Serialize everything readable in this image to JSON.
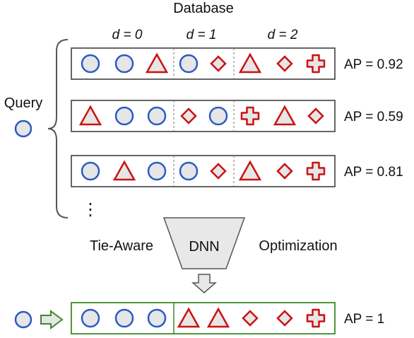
{
  "title": "Database",
  "query_label": "Query",
  "distance_labels": [
    "d = 0",
    "d = 1",
    "d = 2"
  ],
  "rows": [
    {
      "items": [
        "circle",
        "circle",
        "triangle",
        "circle",
        "diamond",
        "triangle",
        "diamond",
        "cross"
      ],
      "ap": "AP = 0.92"
    },
    {
      "items": [
        "triangle",
        "circle",
        "circle",
        "diamond",
        "circle",
        "cross",
        "triangle",
        "diamond"
      ],
      "ap": "AP = 0.59"
    },
    {
      "items": [
        "circle",
        "triangle",
        "circle",
        "circle",
        "diamond",
        "triangle",
        "diamond",
        "cross"
      ],
      "ap": "AP = 0.81"
    }
  ],
  "ellipsis": "⋮",
  "optimizer": {
    "left": "Tie-Aware",
    "center": "DNN",
    "right": "Optimization"
  },
  "result": {
    "items": [
      "circle",
      "circle",
      "circle",
      "triangle",
      "triangle",
      "diamond",
      "diamond",
      "cross"
    ],
    "ap": "AP = 1"
  },
  "colors": {
    "blue": "#2a5cc4",
    "red": "#cc1111",
    "green": "#3d8a2a",
    "fill": "#e6e6e6",
    "outline": "#555555"
  }
}
